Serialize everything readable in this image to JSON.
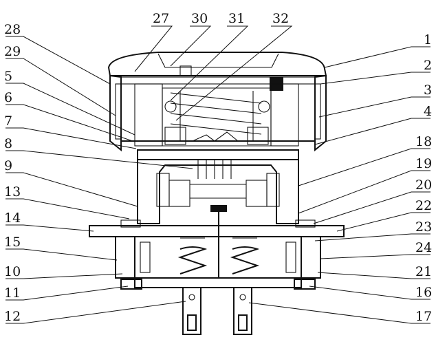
{
  "labels_left": [
    "28",
    "29",
    "5",
    "6",
    "7",
    "8",
    "9",
    "13",
    "14",
    "15",
    "10",
    "11",
    "12"
  ],
  "labels_top": [
    "27",
    "30",
    "31",
    "32"
  ],
  "labels_right": [
    "1",
    "2",
    "3",
    "4",
    "18",
    "19",
    "20",
    "22",
    "23",
    "24",
    "21",
    "16",
    "17"
  ]
}
